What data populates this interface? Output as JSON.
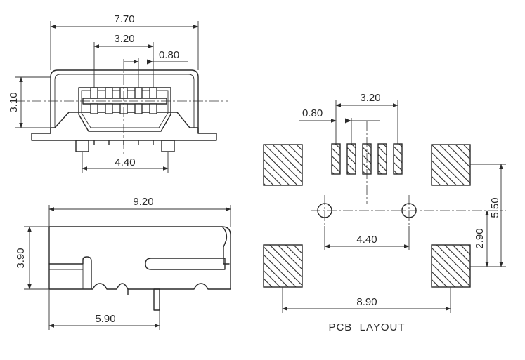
{
  "top_view": {
    "overall_width": "7.70",
    "pin_span": "3.20",
    "pin_pitch": "0.80",
    "housing_height": "3.10",
    "post_spacing": "4.40"
  },
  "side_view": {
    "length": "9.20",
    "height": "3.90",
    "post_offset": "5.90"
  },
  "pcb_layout": {
    "pin_span": "3.20",
    "pin_pitch": "0.80",
    "hole_spacing": "4.40",
    "pad_row_spacing": "5.50",
    "hole_to_pad": "2.90",
    "pad_span": "8.90",
    "caption": "PCB  LAYOUT"
  }
}
